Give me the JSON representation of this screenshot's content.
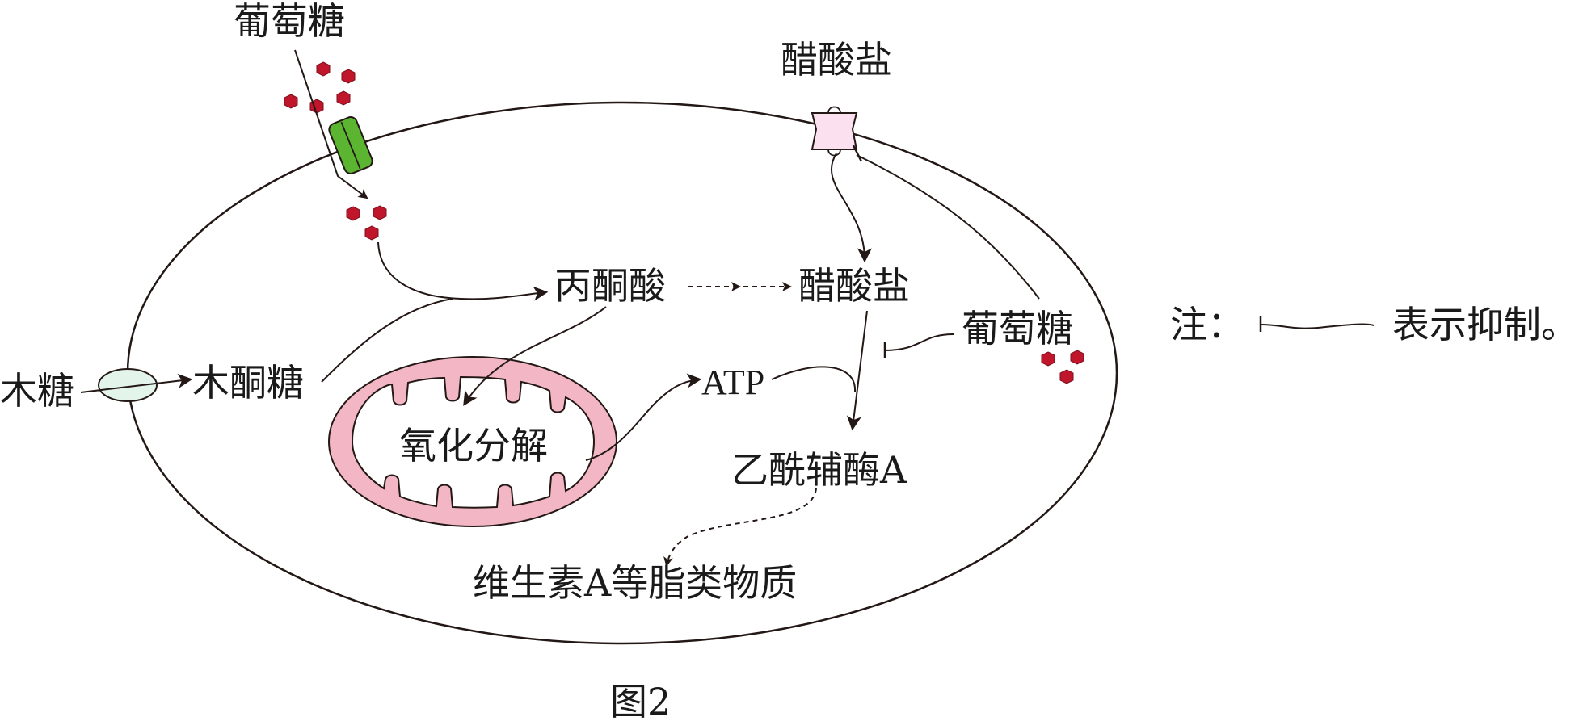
{
  "labels": {
    "glucose_outside": "葡萄糖",
    "acetate_outside": "醋酸盐",
    "xylose": "木糖",
    "xylulose": "木酮糖",
    "pyruvate": "丙酮酸",
    "acetate_inside": "醋酸盐",
    "glucose_inside": "葡萄糖",
    "atp": "ATP",
    "oxidative_decomposition": "氧化分解",
    "acetyl_coa": "乙酰辅酶A",
    "lipids": "维生素A等脂类物质"
  },
  "legend": {
    "prefix": "注：",
    "text": "表示抑制。"
  },
  "caption": "图2",
  "colors": {
    "stroke": "#231815",
    "glucose_molecule": "#c0162c",
    "glucose_transporter": "#5cb531",
    "acetate_transporter": "#fbe0ef",
    "xylose_transporter": "#e3f4ea",
    "mitochondrion_outer": "#f2b6c4",
    "mitochondrion_inner": "#ffffff"
  }
}
